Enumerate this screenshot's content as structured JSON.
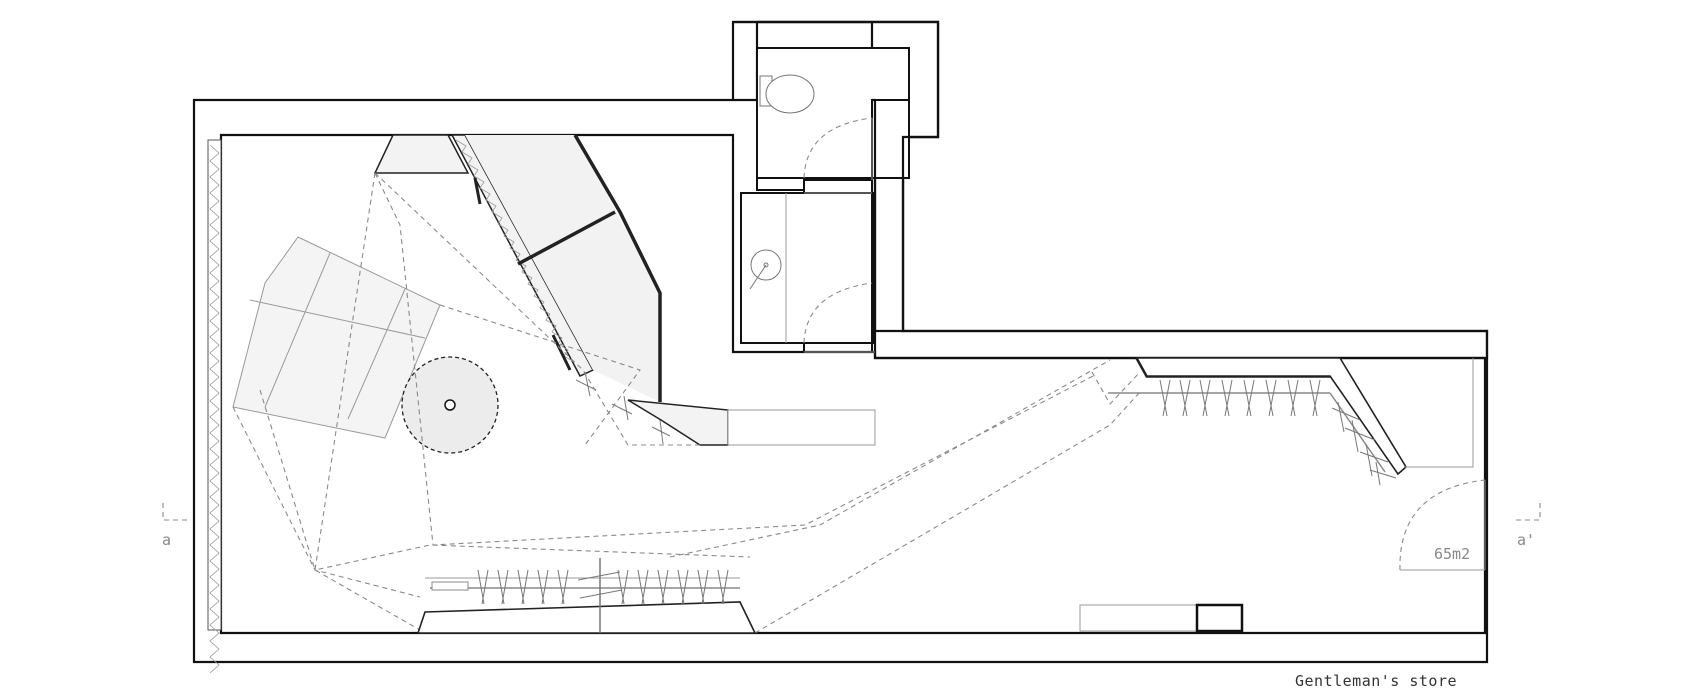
{
  "drawing": {
    "title": "Gentleman's store",
    "area_label": "65m2",
    "section_marker_left": "a",
    "section_marker_right": "a'"
  }
}
